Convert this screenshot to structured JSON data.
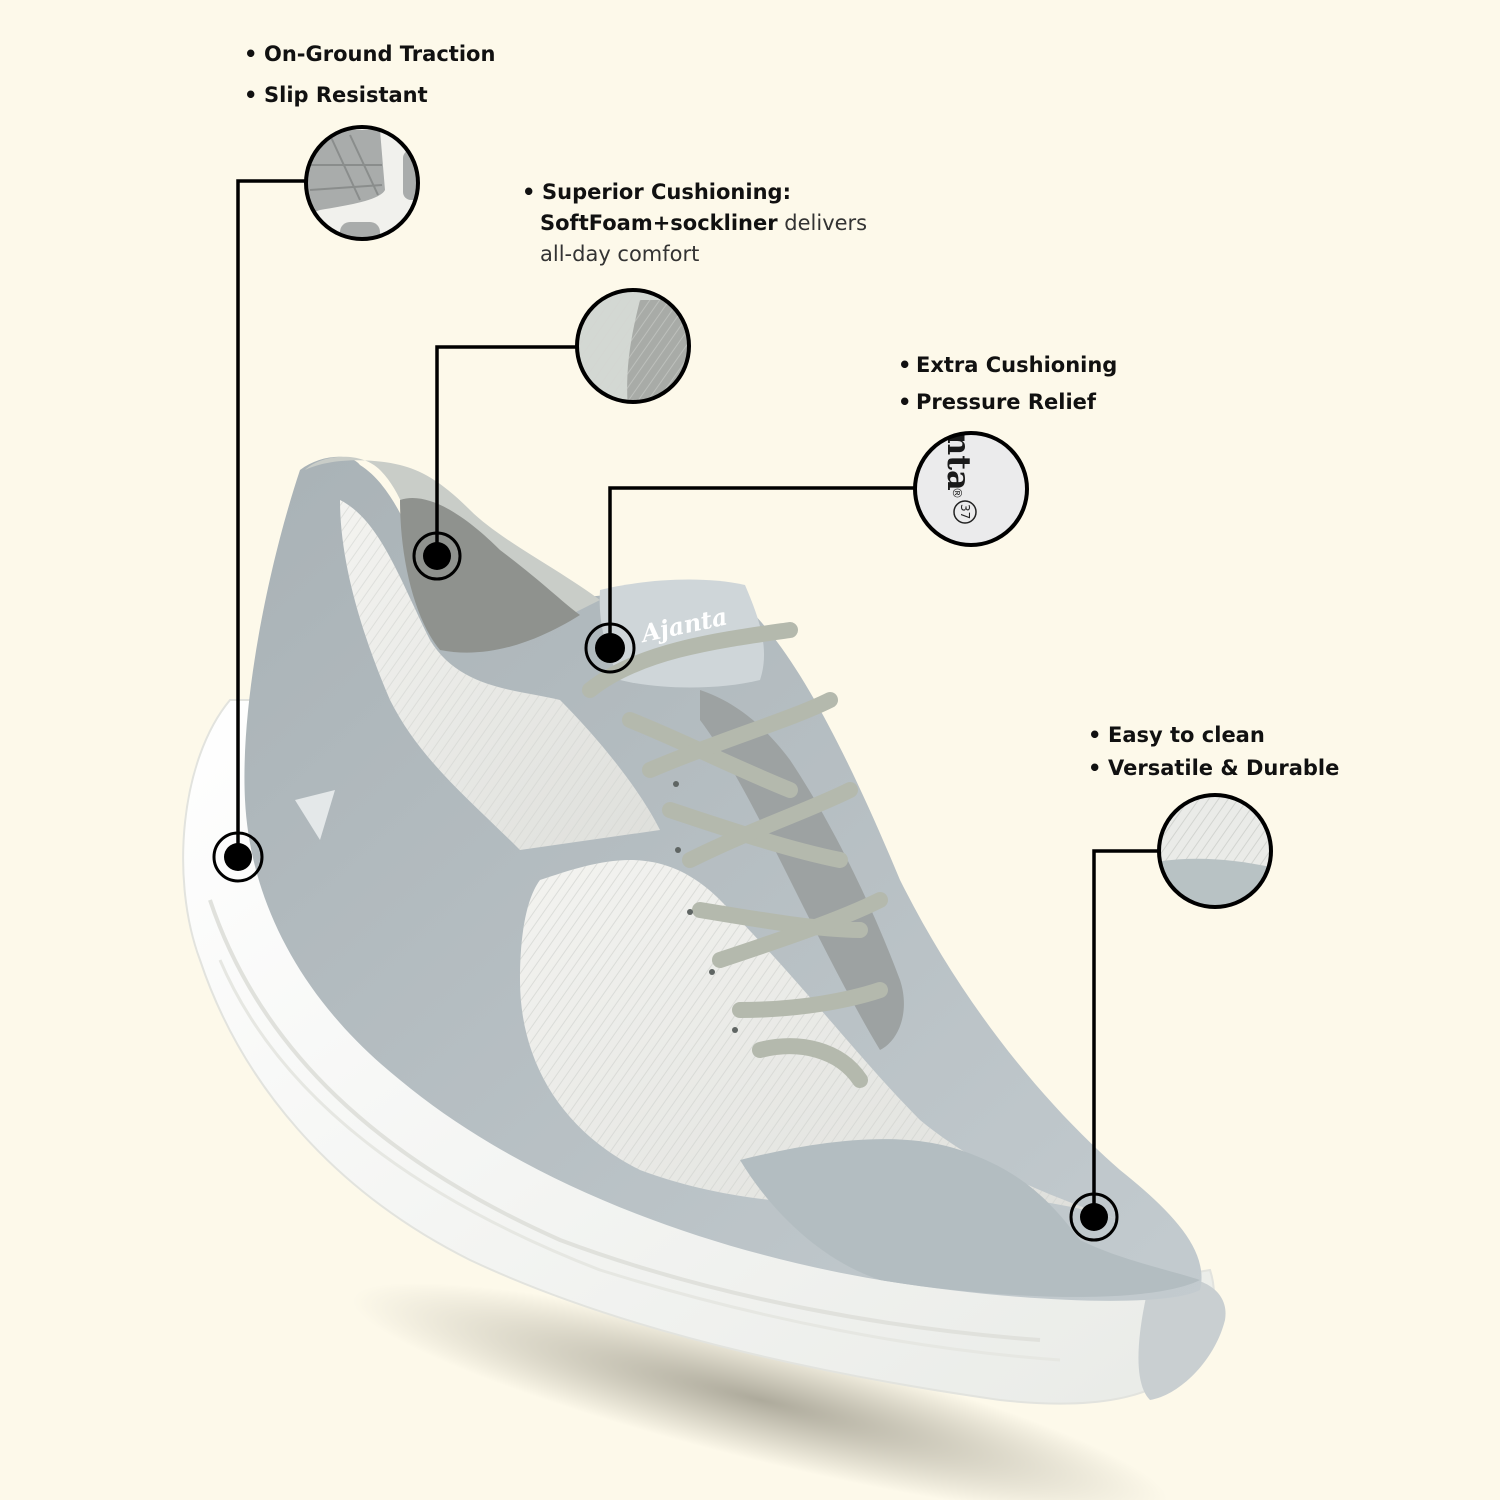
{
  "background_color": "#fdf9ea",
  "brand": {
    "logo_text": "Ajanta",
    "insole_text": "nta",
    "insole_size": "37",
    "insole_mark": "®"
  },
  "features": [
    {
      "id": "outsole",
      "bullets": [
        "On-Ground Traction",
        "Slip Resistant"
      ],
      "zoom_detail": "outsole-tread-closeup",
      "marker_target": "midsole-heel"
    },
    {
      "id": "cushioning",
      "title": "Superior Cushioning:",
      "highlight": "SoftFoam+sockliner",
      "rest_line1": " delivers",
      "rest_line2": "all-day comfort",
      "zoom_detail": "sockliner-mesh-closeup",
      "marker_target": "heel-collar-lining"
    },
    {
      "id": "insole",
      "bullets": [
        "Extra Cushioning",
        "Pressure Relief"
      ],
      "zoom_detail": "insole-logo-closeup",
      "marker_target": "tongue-collar"
    },
    {
      "id": "upper",
      "bullets": [
        "Easy to clean",
        "Versatile & Durable"
      ],
      "zoom_detail": "upper-mesh-closeup",
      "marker_target": "toe-box"
    }
  ],
  "colors": {
    "upper_grey": "#b7c0c4",
    "mesh_white": "#eceeea",
    "sole_white": "#f6f7f4",
    "lace_grey": "#b4b9ad",
    "callout_line": "#000000"
  }
}
